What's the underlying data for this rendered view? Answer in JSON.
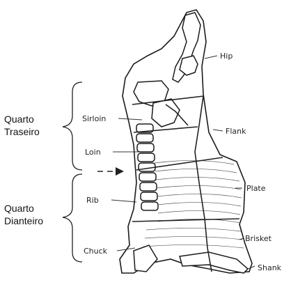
{
  "groups": {
    "hind": [
      "Quarto",
      "Traseiro"
    ],
    "fore": [
      "Quarto",
      "Dianteiro"
    ]
  },
  "cuts": {
    "hip": "Hip",
    "flank": "Flank",
    "sirloin": "Sirloin",
    "loin": "Loin",
    "rib": "Rib",
    "plate": "Plate",
    "chuck": "Chuck",
    "brisket": "Brisket",
    "shank": "Shank"
  }
}
